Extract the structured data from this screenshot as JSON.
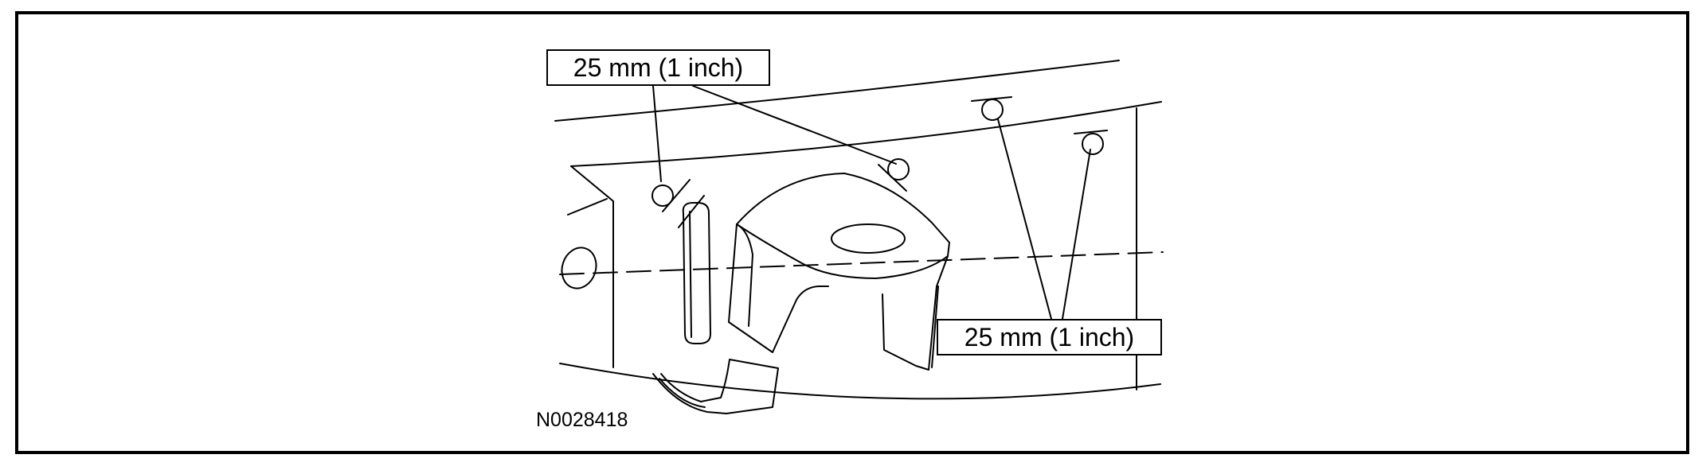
{
  "diagram": {
    "callouts": [
      {
        "id": "top",
        "text": "25 mm (1 inch)"
      },
      {
        "id": "right",
        "text": "25 mm (1 inch)"
      }
    ],
    "figure_id": "N0028418"
  },
  "colors": {
    "line": "#000000",
    "background": "#ffffff"
  }
}
